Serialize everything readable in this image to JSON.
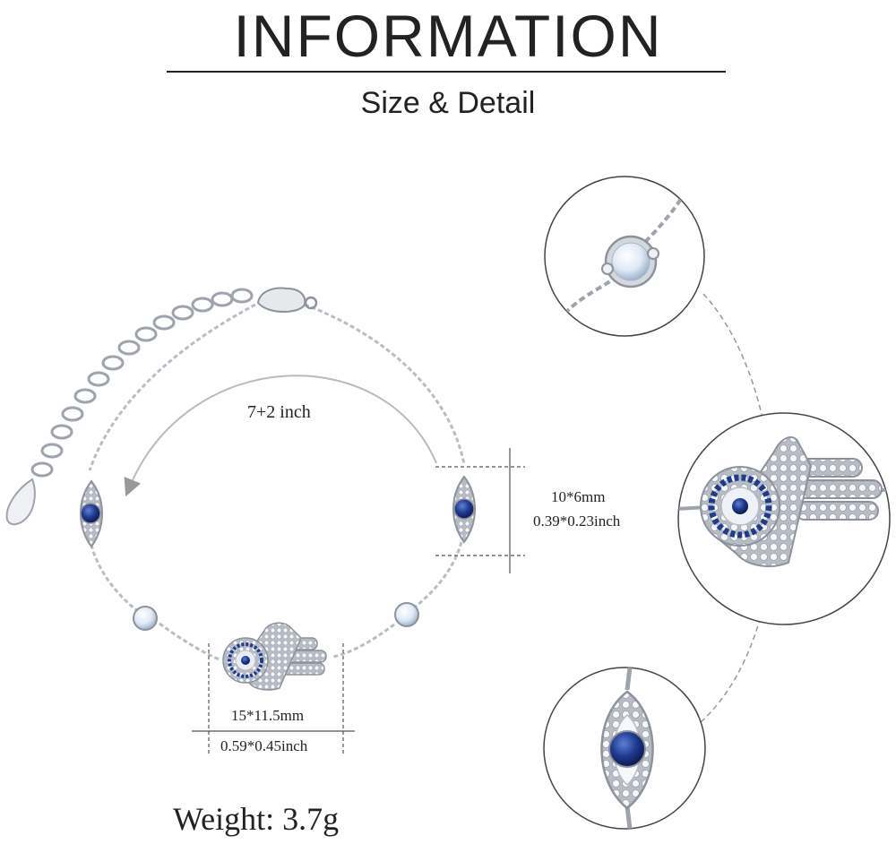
{
  "header": {
    "title": "INFORMATION",
    "subtitle": "Size & Detail"
  },
  "product": {
    "length_label": "7+2 inch",
    "eye_charm_size_mm": "10*6mm",
    "eye_charm_size_inch": "0.39*0.23inch",
    "hamsa_charm_size_mm": "15*11.5mm",
    "hamsa_charm_size_inch": "0.59*0.45inch",
    "weight_label": "Weight: 3.7g"
  },
  "colors": {
    "text": "#222222",
    "metal": "#c9ccd3",
    "sapphire": "#1f3a8f",
    "crystal": "#dfe9f6",
    "guide": "#888888"
  },
  "detail_views": [
    "crystal-link",
    "hamsa-evil-eye",
    "evil-eye-charm"
  ]
}
